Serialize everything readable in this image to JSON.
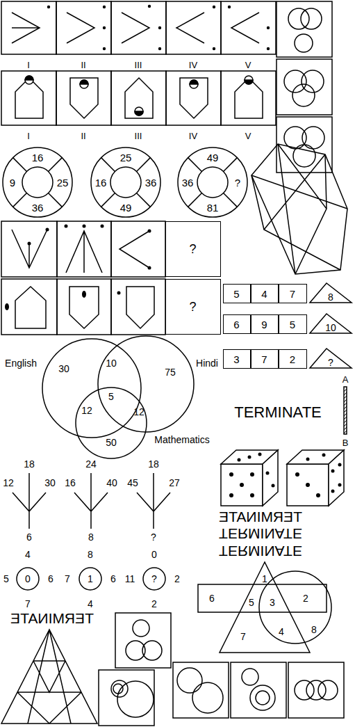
{
  "diagram": {
    "nodes": [
      {
        "text": [
          "16",
          "9",
          "25",
          "36"
        ]
      },
      {
        "text": [
          "25",
          "16",
          "36",
          "49"
        ]
      },
      {
        "text": [
          "49",
          "36",
          "?",
          "81"
        ]
      },
      {
        "text": [
          "?"
        ]
      },
      {
        "text": [
          "5"
        ]
      },
      {
        "text": [
          "4"
        ]
      },
      {
        "text": [
          "7"
        ]
      },
      {
        "text": [
          "8"
        ]
      },
      {
        "text": [
          "?"
        ]
      },
      {
        "text": [
          "6"
        ]
      },
      {
        "text": [
          "9"
        ]
      },
      {
        "text": [
          "5"
        ]
      },
      {
        "text": [
          "10"
        ]
      },
      {
        "text": [
          "3"
        ]
      },
      {
        "text": [
          "7"
        ]
      },
      {
        "text": [
          "2"
        ]
      },
      {
        "text": [
          "?"
        ]
      },
      {
        "text": [
          "English"
        ]
      },
      {
        "text": [
          "Hindi"
        ]
      },
      {
        "text": [
          "Mathematics"
        ]
      },
      {
        "text": [
          "0"
        ]
      },
      {
        "text": [
          "1"
        ]
      },
      {
        "text": [
          "?"
        ]
      }
    ],
    "labels": [
      "I",
      "II",
      "III",
      "IV",
      "V",
      "I",
      "II",
      "III",
      "IV",
      "V",
      "TERMINATE",
      "A",
      "B",
      "30",
      "10",
      "75",
      "5",
      "12",
      "12",
      "50",
      "12",
      "18",
      "30",
      "6",
      "16",
      "24",
      "40",
      "8",
      "45",
      "18",
      "27",
      "?",
      "TERMINATE",
      "TERMINATE",
      "TERMINATE",
      "4",
      "5",
      "6",
      "7",
      "8",
      "7",
      "6",
      "4",
      "0",
      "11",
      "2",
      "2",
      "TERMINATE",
      "1",
      "6",
      "5",
      "3",
      "2",
      "7",
      "4",
      "8"
    ]
  }
}
